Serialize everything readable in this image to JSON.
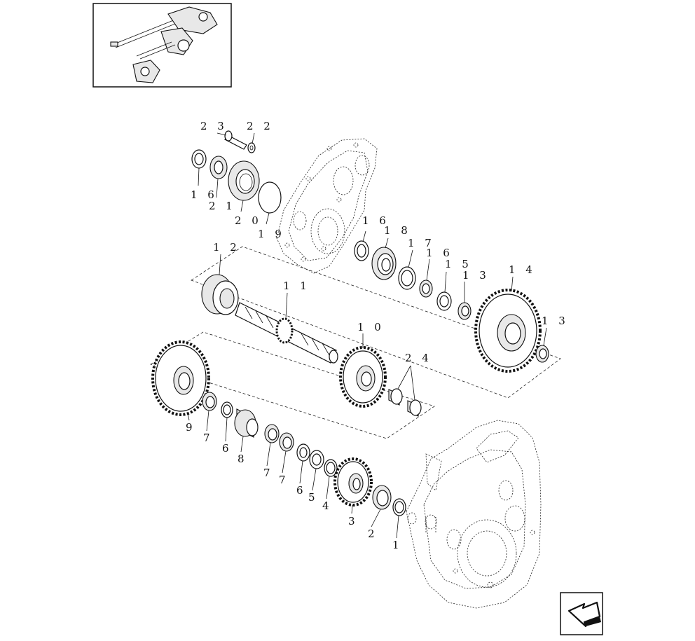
{
  "callouts": {
    "c23": "2 3",
    "c22": "2 2",
    "c16a": "1 6",
    "c21": "2 1",
    "c20": "2 0",
    "c19": "1 9",
    "c16b": "1 6",
    "c18": "1 8",
    "c17": "1 7",
    "c16c": "1 6",
    "c15": "1 5",
    "c13a": "1 3",
    "c14": "1 4",
    "c13b": "1 3",
    "c12": "1 2",
    "c11": "1 1",
    "c10": "1 0",
    "c24": "2 4",
    "c9": "9",
    "c7a": "7",
    "c6a": "6",
    "c8": "8",
    "c7b": "7",
    "c7c": "7",
    "c6b": "6",
    "c5": "5",
    "c4": "4",
    "c3": "3",
    "c2": "2",
    "c1": "1"
  }
}
